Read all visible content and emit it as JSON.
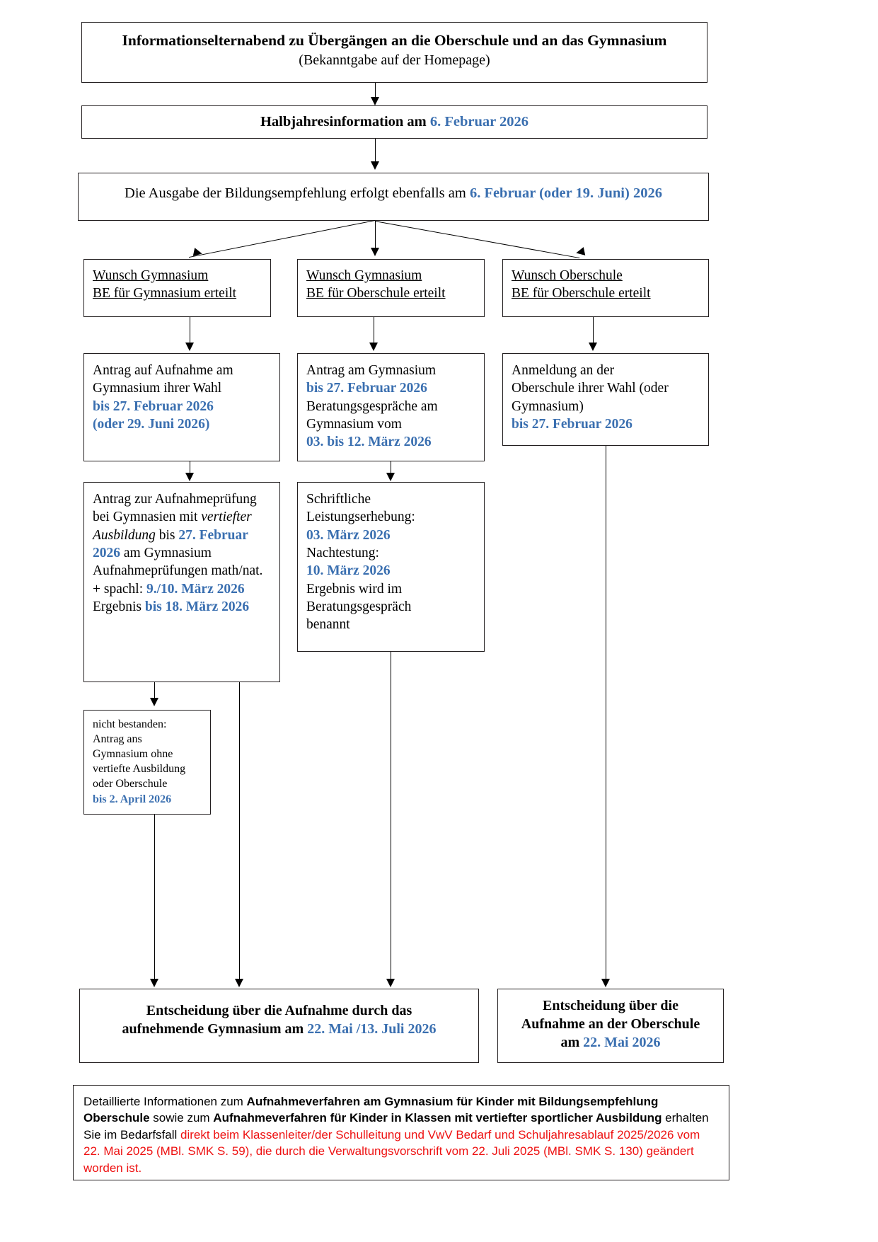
{
  "document": {
    "type": "flowchart",
    "language": "de",
    "accent_blue": "#3a6fb0",
    "accent_red": "#ee1111",
    "border_color": "#231f20"
  },
  "nodes": {
    "info_evening": {
      "line1": "Informationselternabend zu Übergängen an die Oberschule und an das Gymnasium",
      "line2": "(Bekanntgabe auf der Homepage)"
    },
    "halbjahr": {
      "text_before": "Halbjahresinformation am ",
      "date": "6. Februar 2026"
    },
    "bildungsempfehlung": {
      "text_before": "Die Ausgabe der Bildungsempfehlung erfolgt ebenfalls am ",
      "date": "6. Februar (oder 19. Juni) 2026"
    },
    "branch_a": {
      "line1": "Wunsch Gymnasium",
      "line2": "BE für Gymnasium erteilt"
    },
    "branch_b": {
      "line1": "Wunsch Gymnasium",
      "line2": "BE für Oberschule erteilt"
    },
    "branch_c": {
      "line1": "Wunsch Oberschule",
      "line2": "BE für Oberschule erteilt"
    },
    "antrag_aufnahme": {
      "l1": "Antrag auf Aufnahme am",
      "l2": "Gymnasium ihrer Wahl",
      "l3": "bis 27. Februar 2026",
      "l4": "(oder 29. Juni 2026)"
    },
    "antrag_gym": {
      "l1": "Antrag am Gymnasium",
      "l2": "bis 27. Februar 2026",
      "l3": "Beratungsgespräche am",
      "l4": "Gymnasium vom",
      "l5": "03. bis 12. März 2026"
    },
    "anmeldung_ober": {
      "l1": "Anmeldung an der",
      "l2": "Oberschule ihrer Wahl (oder",
      "l3": "Gymnasium)",
      "l4": "bis 27. Februar 2026"
    },
    "antrag_pruefung": {
      "p1": "Antrag zur Aufnahmeprüfung bei Gymnasien mit ",
      "p1_italic": "vertiefter Ausbildung",
      "p2": " bis ",
      "p2_date": "27. Februar 2026",
      "p3": " am Gymnasium Aufnahmeprüfungen math/nat. + spachl: ",
      "p3_date": "9./10. März 2026",
      "p4": "Ergebnis ",
      "p4_date": "bis 18. März 2026"
    },
    "leistungserhebung": {
      "l1": "Schriftliche",
      "l2": "Leistungserhebung:",
      "l3": "03. März 2026",
      "l4": "Nachtestung:",
      "l5": "10. März 2026",
      "l6": "Ergebnis wird im",
      "l7": "Beratungsgespräch",
      "l8": "benannt"
    },
    "nicht_bestanden": {
      "l1": "nicht bestanden:",
      "l2": "Antrag ans",
      "l3": "Gymnasium ohne",
      "l4": "vertiefte Ausbildung",
      "l5": "oder Oberschule",
      "l6": "bis 2. April 2026"
    },
    "entscheidung_gym": {
      "l1": "Entscheidung über die Aufnahme durch das",
      "l2": "aufnehmende Gymnasium am ",
      "l2_date": "22. Mai /13. Juli 2026"
    },
    "entscheidung_ober": {
      "l1": "Entscheidung über die",
      "l2": "Aufnahme an der Oberschule",
      "l3_before": "am ",
      "l3_date": "22. Mai 2026"
    },
    "footer": {
      "s1": "Detaillierte Informationen zum ",
      "s2_bold": "Aufnahmeverfahren am Gymnasium für Kinder mit Bildungsempfehlung Oberschule",
      "s3": " sowie zum ",
      "s4_bold": "Aufnahmeverfahren für Kinder in Klassen mit vertiefter sportlicher Ausbildung",
      "s5": " erhalten Sie im Bedarfsfall ",
      "s6_red": "direkt beim Klassenleiter/der Schulleitung und VwV Bedarf und Schuljahresablauf 2025/2026 vom 22. Mai 2025 (MBl. SMK S. 59), die durch die Verwaltungsvorschrift vom 22. Juli 2025 (MBl. SMK S. 130) geändert worden ist."
    }
  }
}
